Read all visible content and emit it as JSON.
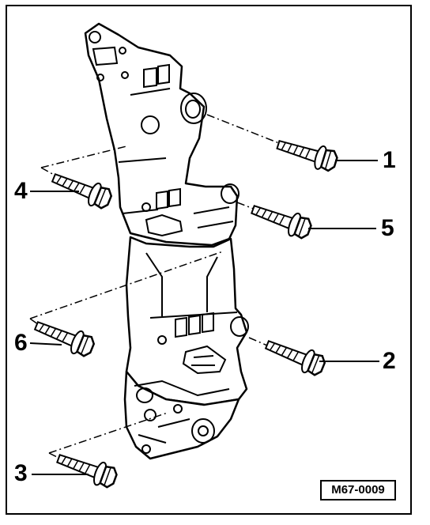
{
  "callouts": {
    "c1": "1",
    "c2": "2",
    "c3": "3",
    "c4": "4",
    "c5": "5",
    "c6": "6"
  },
  "reference_code": "M67-0009",
  "colors": {
    "ink": "#000000",
    "paper": "#ffffff"
  },
  "icons": [
    "bolt-icon"
  ]
}
